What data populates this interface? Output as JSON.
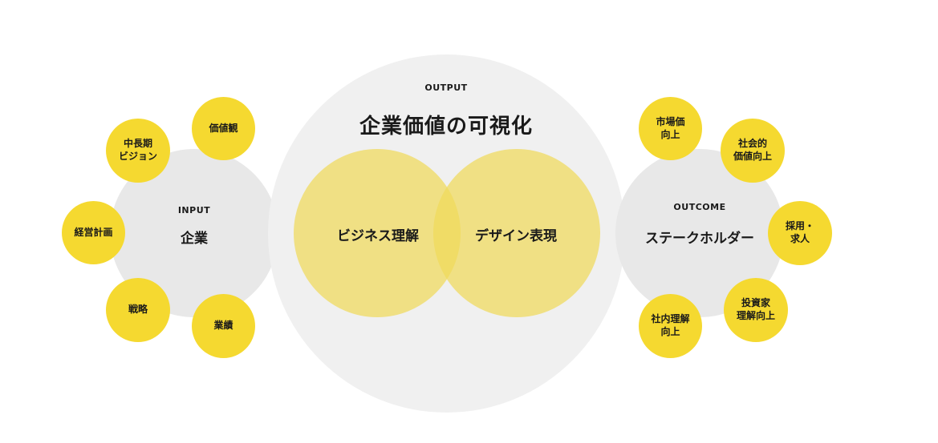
{
  "colors": {
    "yellow": "#f5d930",
    "venn_yellow": "#f0da5a",
    "grey": "#e8e8e8",
    "light_grey": "#f0f0f0",
    "text": "#1a1a1a"
  },
  "input": {
    "heading": "INPUT",
    "label": "企業",
    "nodes": [
      "中長期\nビジョン",
      "価値観",
      "経営計画",
      "戦略",
      "業績"
    ]
  },
  "output": {
    "heading": "OUTPUT",
    "title": "企業価値の可視化",
    "left_label": "ビジネス理解",
    "right_label": "デザイン表現"
  },
  "outcome": {
    "heading": "OUTCOME",
    "label": "ステークホルダー",
    "nodes": [
      "市場価\n向上",
      "社会的\n価値向上",
      "採用・\n求人",
      "投資家\n理解向上",
      "社内理解\n向上"
    ]
  }
}
